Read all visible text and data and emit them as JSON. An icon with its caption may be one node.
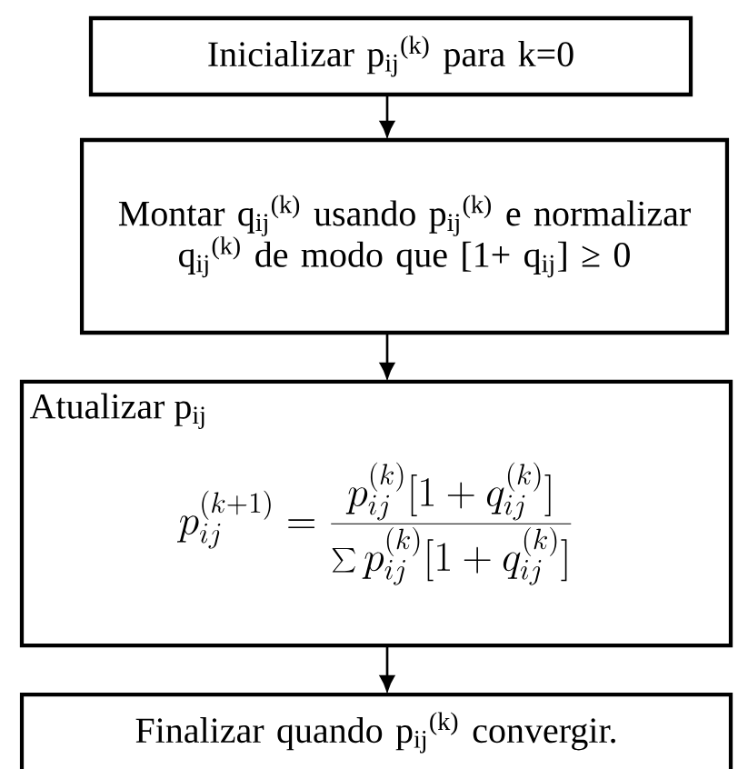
{
  "diagram": {
    "nodes": [
      {
        "text": [
          "Inicializar p$_{ij}$$^{(k)}$ para k=0"
        ]
      },
      {
        "text": [
          "Montar q$_{ij}$$^{(k)}$ usando p$_{ij}$$^{(k)}$ e normalizar q$_{ij}$$^{(k)}$ de modo que [1+ q$_{ij}$] ≥ 0"
        ]
      },
      {
        "text": [
          "Atualizar p$_{ij}$",
          "p_{ij}^{(k+1)} = \\frac{p_{ij}^{(k)}[1+q_{ij}^{(k)}]}{\\sum p_{ij}^{(k)}[1+q_{ij}^{(k)}]}"
        ]
      },
      {
        "text": [
          "Finalizar quando p$_{ij}$$^{(k)}$ convergir."
        ]
      }
    ],
    "edges": [
      {
        "from": 0,
        "to": 1,
        "arrow": "to"
      },
      {
        "from": 1,
        "to": 2,
        "arrow": "to"
      },
      {
        "from": 2,
        "to": 3,
        "arrow": "to"
      }
    ]
  }
}
